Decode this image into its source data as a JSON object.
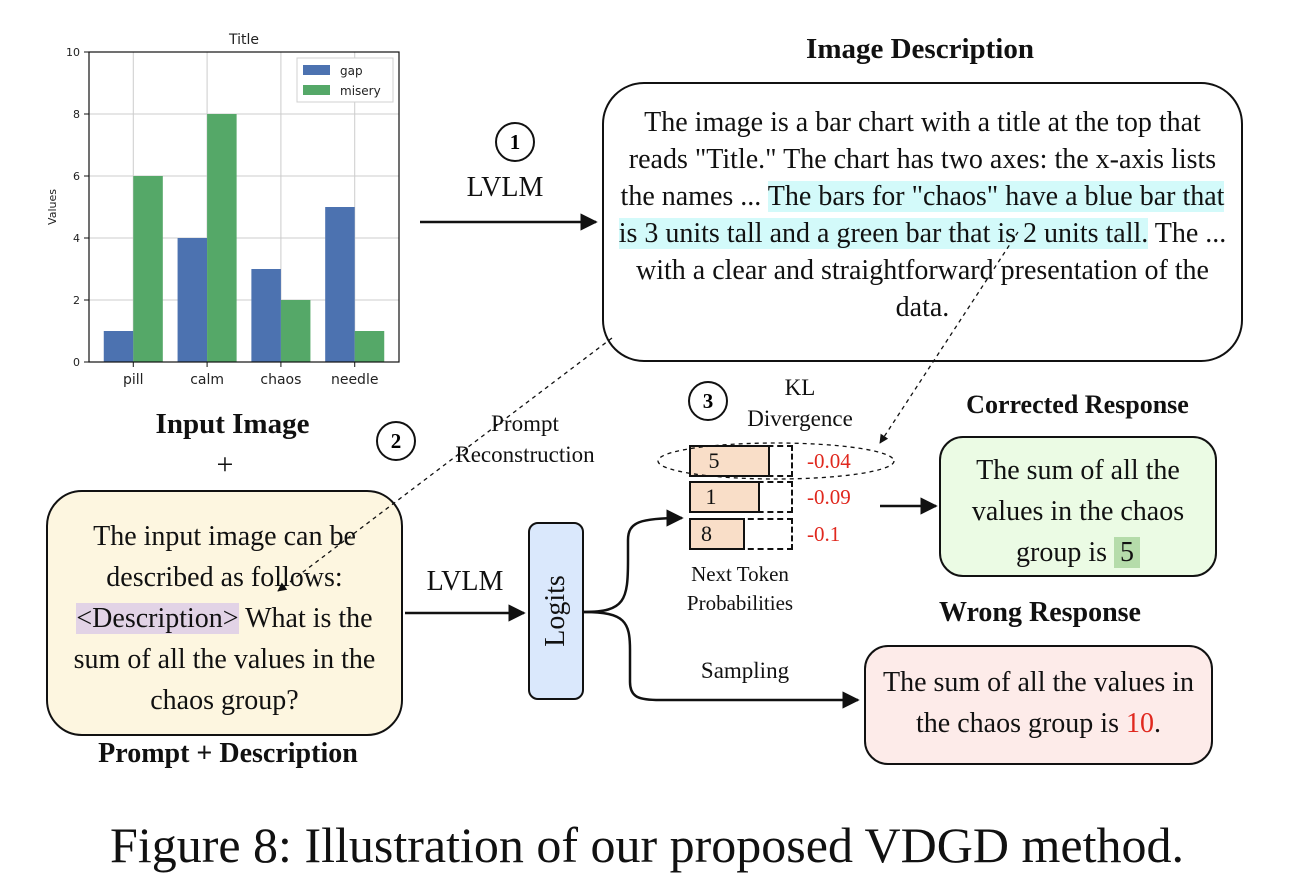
{
  "chart_data": {
    "type": "bar",
    "title": "Title",
    "ylabel": "Values",
    "xlabel": "",
    "categories": [
      "pill",
      "calm",
      "chaos",
      "needle"
    ],
    "series": [
      {
        "name": "gap",
        "values": [
          1,
          4,
          3,
          5
        ],
        "color": "#4c72b0"
      },
      {
        "name": "misery",
        "values": [
          6,
          8,
          2,
          1
        ],
        "color": "#55a868"
      }
    ],
    "ylim": [
      0,
      10
    ],
    "yticks": [
      0,
      2,
      4,
      6,
      8,
      10
    ],
    "grid": true,
    "legend_position": "top-right"
  },
  "labels": {
    "input_image": "Input Image",
    "plus": "+",
    "prompt_description": "Prompt + Description",
    "image_description_title": "Image Description",
    "corrected_response_title": "Corrected Response",
    "wrong_response_title": "Wrong Response",
    "lvlm_top": "LVLM",
    "lvlm_bottom": "LVLM",
    "prompt_reconstruction_1": "Prompt",
    "prompt_reconstruction_2": "Reconstruction",
    "kl_1": "KL",
    "kl_2": "Divergence",
    "next_token_1": "Next Token",
    "next_token_2": "Probabilities",
    "sampling": "Sampling",
    "logits": "Logits",
    "caption": "Figure 8: Illustration of our proposed VDGD method."
  },
  "steps": [
    "1",
    "2",
    "3"
  ],
  "image_description": {
    "part1": "The image is a bar chart with a title at the top that reads \"Title.\" The chart has two axes: the x-axis lists the names ... ",
    "highlight": "The bars for \"chaos\" have a blue bar that is 3 units tall and a green bar that is 2 units tall.",
    "part2": " The ... with a clear and straightforward presentation of the data."
  },
  "prompt_box": {
    "part1": "The input image can be described as follows: ",
    "highlight": "<Description>",
    "part2": " What is the sum of all the values in the chaos group?"
  },
  "tokens": [
    {
      "token": "5",
      "score": "-0.04",
      "probability": 0.78
    },
    {
      "token": "1",
      "score": "-0.09",
      "probability": 0.68
    },
    {
      "token": "8",
      "score": "-0.1",
      "probability": 0.54
    }
  ],
  "corrected_response": {
    "text": "The sum of all the values in the chaos group is",
    "answer": "5"
  },
  "wrong_response": {
    "text": "The sum of all the values in the chaos group is",
    "answer": "10",
    "end": "."
  },
  "colors": {
    "gap": "#4c72b0",
    "misery": "#55a868",
    "prompt_box_bg": "#fdf6e0",
    "logits_bg": "#dae8fc",
    "corrected_bg": "#ebfbe4",
    "wrong_bg": "#fdebe9",
    "token_bg": "#f9dec8",
    "kl_score": "#e0281e"
  }
}
